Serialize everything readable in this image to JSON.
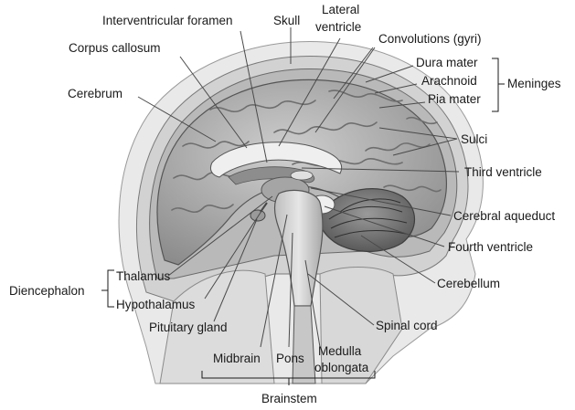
{
  "figure": {
    "labels": {
      "interventricular_foramen": "Interventricular foramen",
      "skull": "Skull",
      "lateral_ventricle_1": "Lateral",
      "lateral_ventricle_2": "ventricle",
      "convolutions": "Convolutions (gyri)",
      "corpus_callosum": "Corpus callosum",
      "dura_mater": "Dura mater",
      "arachnoid": "Arachnoid",
      "pia_mater": "Pia mater",
      "meninges": "Meninges",
      "cerebrum": "Cerebrum",
      "sulci": "Sulci",
      "third_ventricle": "Third ventricle",
      "cerebral_aqueduct": "Cerebral aqueduct",
      "fourth_ventricle": "Fourth ventricle",
      "cerebellum": "Cerebellum",
      "diencephalon": "Diencephalon",
      "thalamus": "Thalamus",
      "hypothalamus": "Hypothalamus",
      "pituitary_gland": "Pituitary gland",
      "spinal_cord": "Spinal cord",
      "midbrain": "Midbrain",
      "pons": "Pons",
      "medulla_1": "Medulla",
      "medulla_2": "oblongata",
      "brainstem": "Brainstem"
    }
  }
}
